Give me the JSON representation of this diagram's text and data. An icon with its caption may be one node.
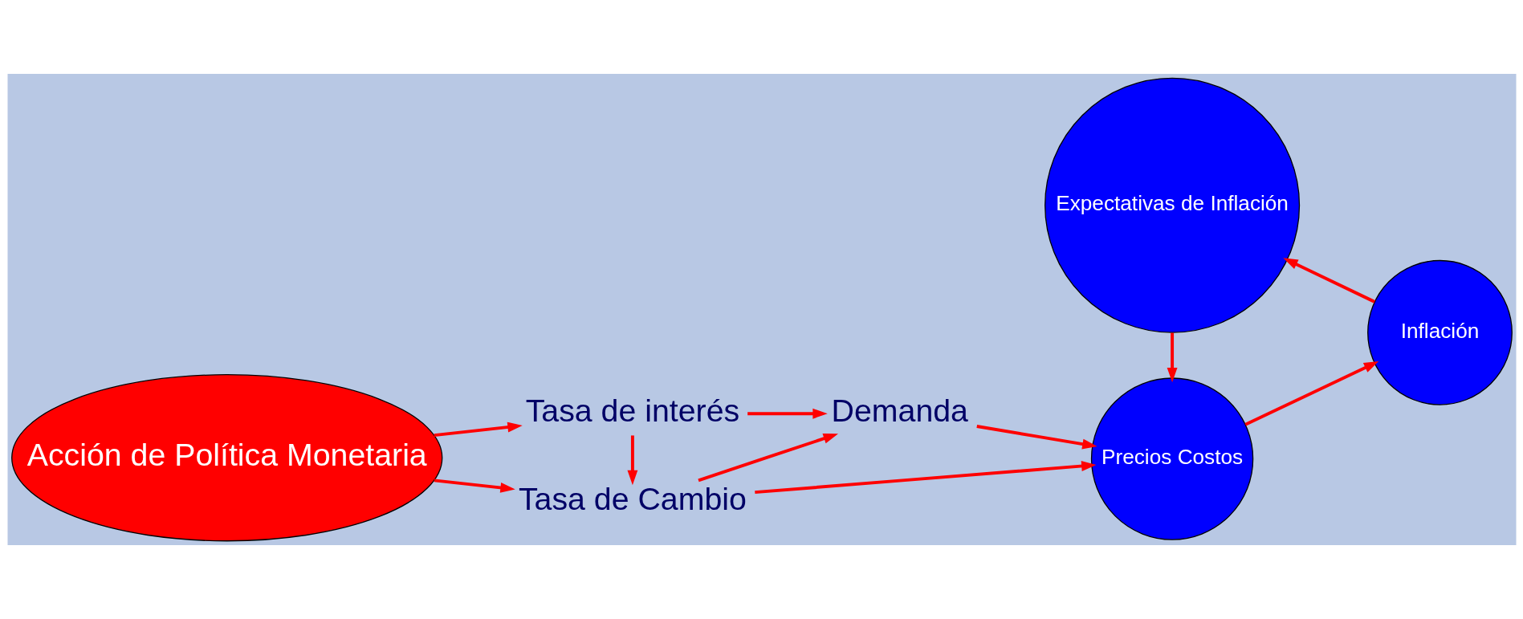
{
  "diagram": {
    "nodes": [
      {
        "text": [
          "Acción de Política Monetaria"
        ]
      },
      {
        "text": [
          "Tasa de Cambio"
        ]
      },
      {
        "text": [
          "Tasa de interés"
        ]
      },
      {
        "text": [
          "Demanda"
        ]
      },
      {
        "text": [
          "Precios Costos"
        ]
      },
      {
        "text": [
          "Inflación"
        ]
      },
      {
        "text": [
          "Expectativas de Inflación"
        ]
      }
    ],
    "edges": [
      {
        "from": 0,
        "to": 1,
        "arrow": "to"
      },
      {
        "from": 0,
        "to": 2,
        "arrow": "to"
      },
      {
        "from": 2,
        "to": 1,
        "arrow": "to"
      },
      {
        "from": 1,
        "to": 3,
        "arrow": "to"
      },
      {
        "from": 2,
        "to": 3,
        "arrow": "to"
      },
      {
        "from": 1,
        "to": 4,
        "arrow": "to"
      },
      {
        "from": 3,
        "to": 4,
        "arrow": "to"
      },
      {
        "from": 4,
        "to": 5,
        "arrow": "to"
      },
      {
        "from": 5,
        "to": 6,
        "arrow": "to"
      },
      {
        "from": 6,
        "to": 4,
        "arrow": "to"
      }
    ]
  }
}
